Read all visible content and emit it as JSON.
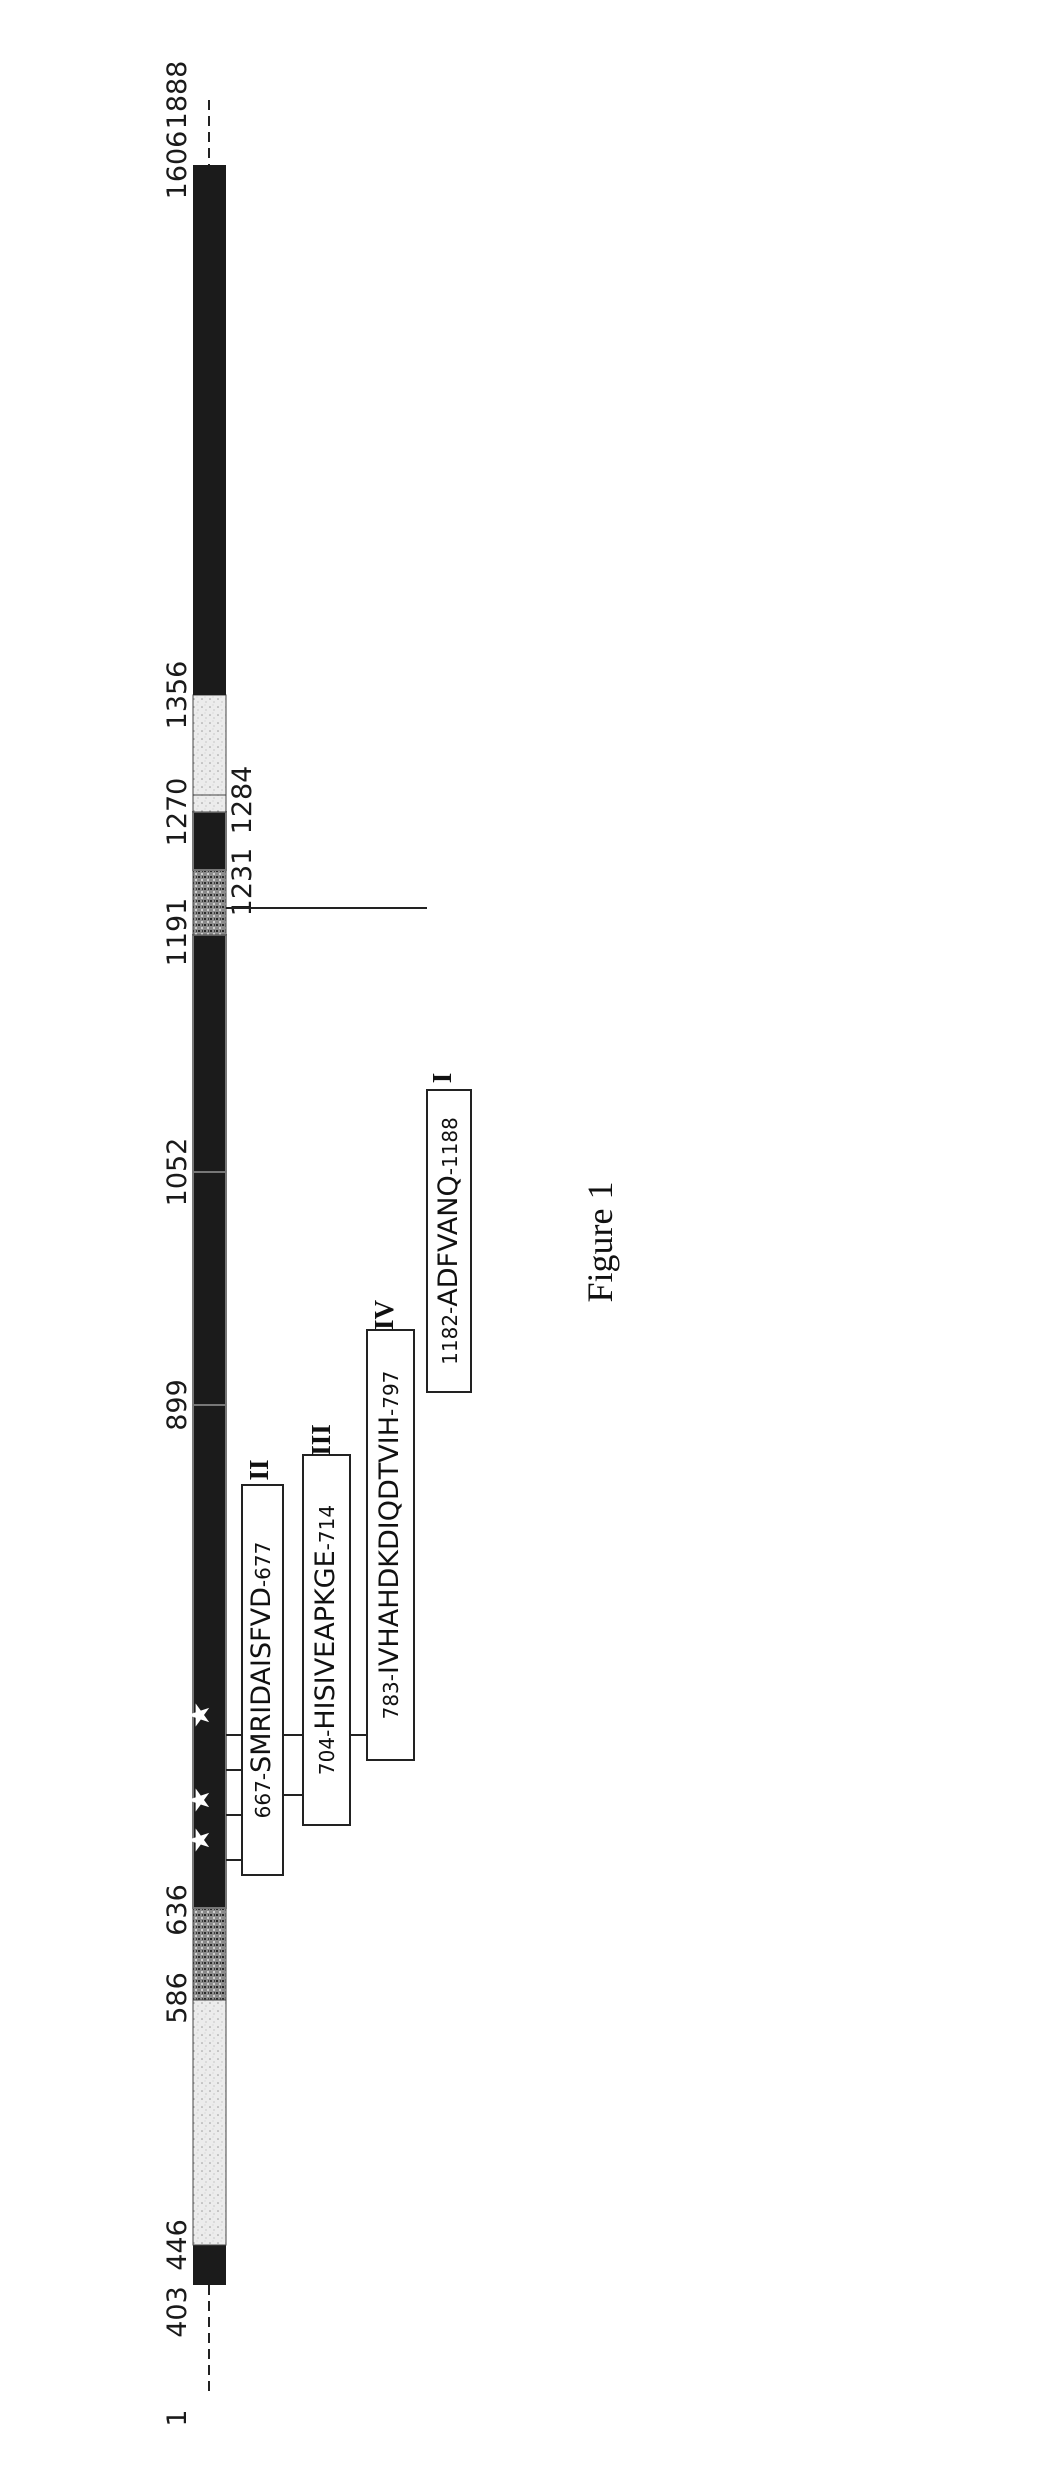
{
  "positions": {
    "p1": "1",
    "p403": "403",
    "p446": "446",
    "p586": "586",
    "p636": "636",
    "p899": "899",
    "p1052": "1052",
    "p1191": "1191",
    "p1231": "1231",
    "p1270": "1270",
    "p1284": "1284",
    "p1356": "1356",
    "p1606": "1606",
    "p1888": "1888"
  },
  "motifs": {
    "m1": {
      "roman": "I",
      "start": "1182-",
      "seq": "ADFVANQ",
      "end": "-1188"
    },
    "m2": {
      "roman": "II",
      "start": "667-",
      "seq": "SMRIDAISFVD",
      "end": "-677"
    },
    "m3": {
      "roman": "III",
      "start": "704-",
      "seq": "HISIVEAPKGE",
      "end": "-714"
    },
    "m4": {
      "roman": "IV",
      "start": "783-",
      "seq": "IVHAHDKDIQDTVIH",
      "end": "-797"
    }
  },
  "caption": "Figure 1",
  "colors": {
    "dark": "#1b1b1b",
    "light": "#e3e3e3",
    "mottled": "#9a9a9a",
    "outline": "#222222"
  }
}
